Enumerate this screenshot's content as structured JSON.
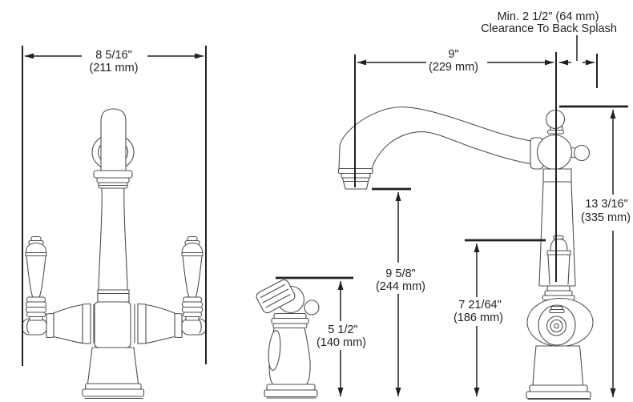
{
  "figure": {
    "type": "faucet-installation-dimension-drawing",
    "background": "#ffffff",
    "line_art_color": "#4f4f4f",
    "dimension_color": "#231f20"
  },
  "dimensions": {
    "overall_width": {
      "inches": "8 5/16\"",
      "mm": "(211 mm)"
    },
    "spout_reach": {
      "inches": "9\"",
      "mm": "(229 mm)"
    },
    "clearance": {
      "line1": "Min. 2 1/2\" (64 mm)",
      "line2": "Clearance To Back Splash"
    },
    "overall_height": {
      "inches": "13 3/16\"",
      "mm": "(335 mm)"
    },
    "spout_height": {
      "inches": "9 5/8\"",
      "mm": "(244 mm)"
    },
    "sprayer_height": {
      "inches": "5 1/2\"",
      "mm": "(140 mm)"
    },
    "handle_height": {
      "inches": "7 21/64\"",
      "mm": "(186 mm)"
    }
  }
}
